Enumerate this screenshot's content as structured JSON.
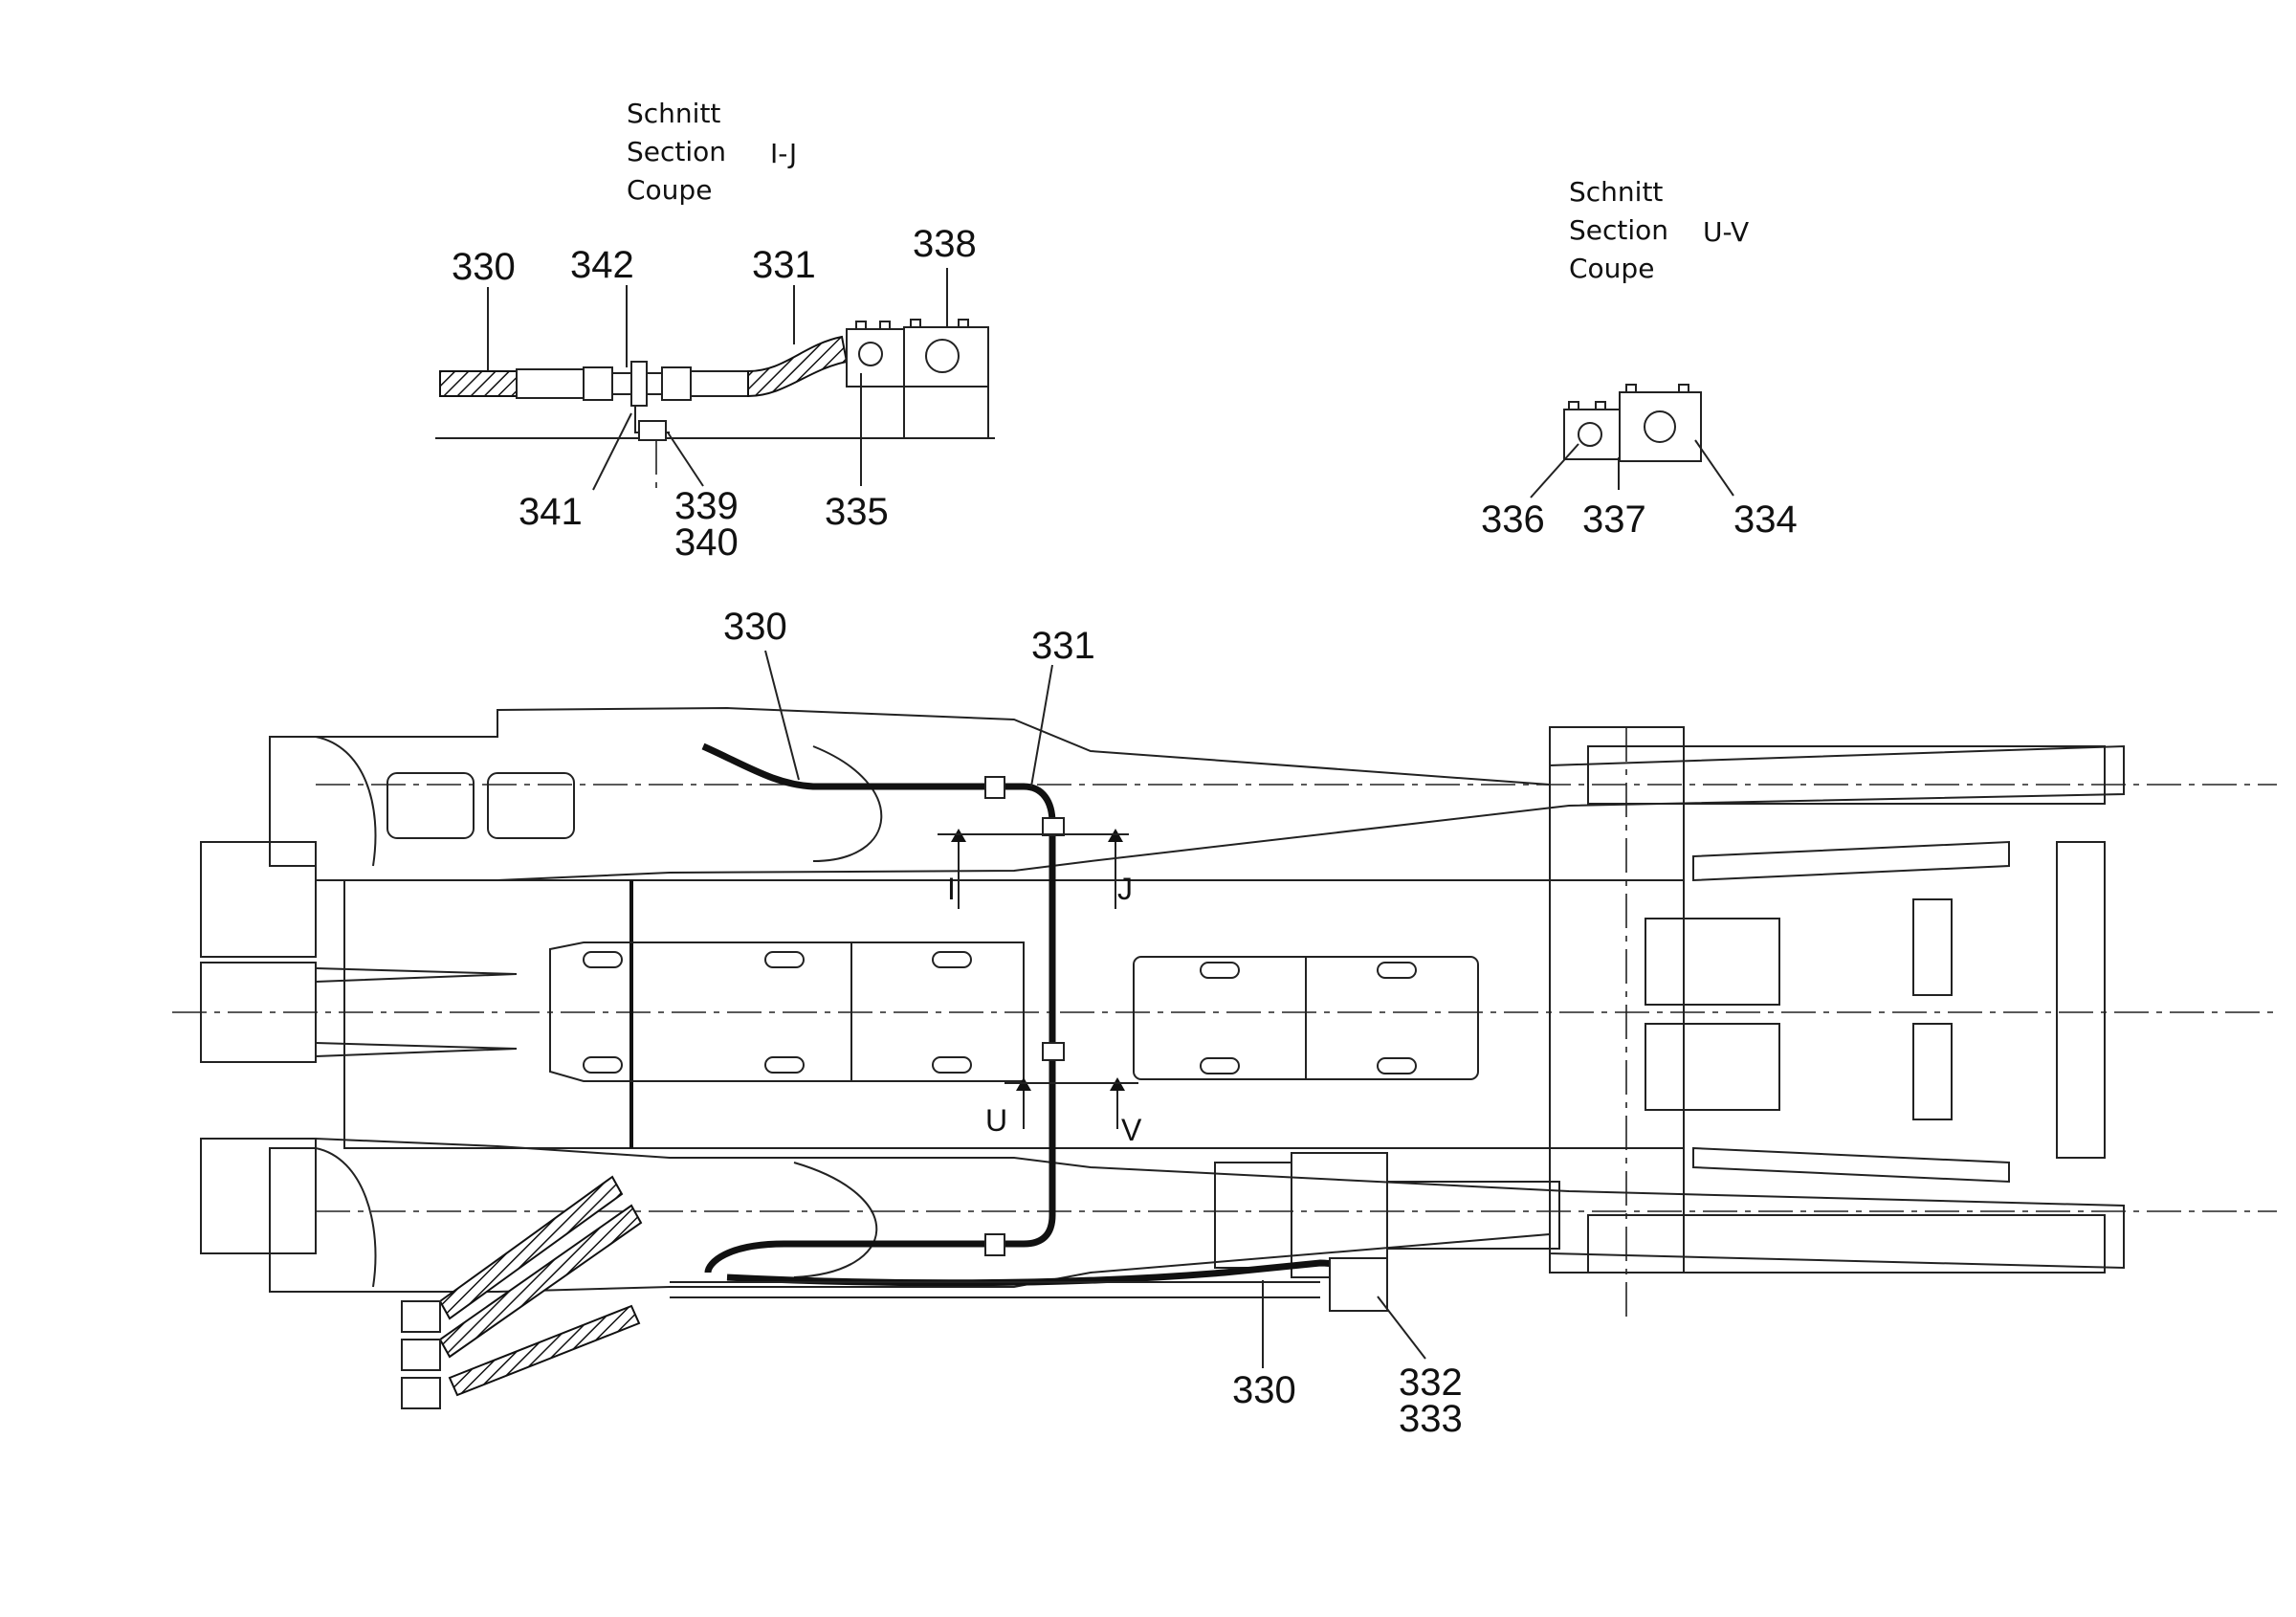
{
  "section_ij": {
    "caption": [
      "Schnitt",
      "Section",
      "Coupe"
    ],
    "cut_label": "I-J",
    "callouts": [
      "330",
      "342",
      "331",
      "338",
      "341",
      "339",
      "340",
      "335"
    ]
  },
  "section_uv": {
    "caption": [
      "Schnitt",
      "Section",
      "Coupe"
    ],
    "cut_label": "U-V",
    "callouts": [
      "336",
      "337",
      "334"
    ]
  },
  "main_view": {
    "callouts": [
      "330",
      "331",
      "330",
      "332",
      "333"
    ],
    "cut_markers": [
      "I",
      "J",
      "U",
      "V"
    ]
  }
}
